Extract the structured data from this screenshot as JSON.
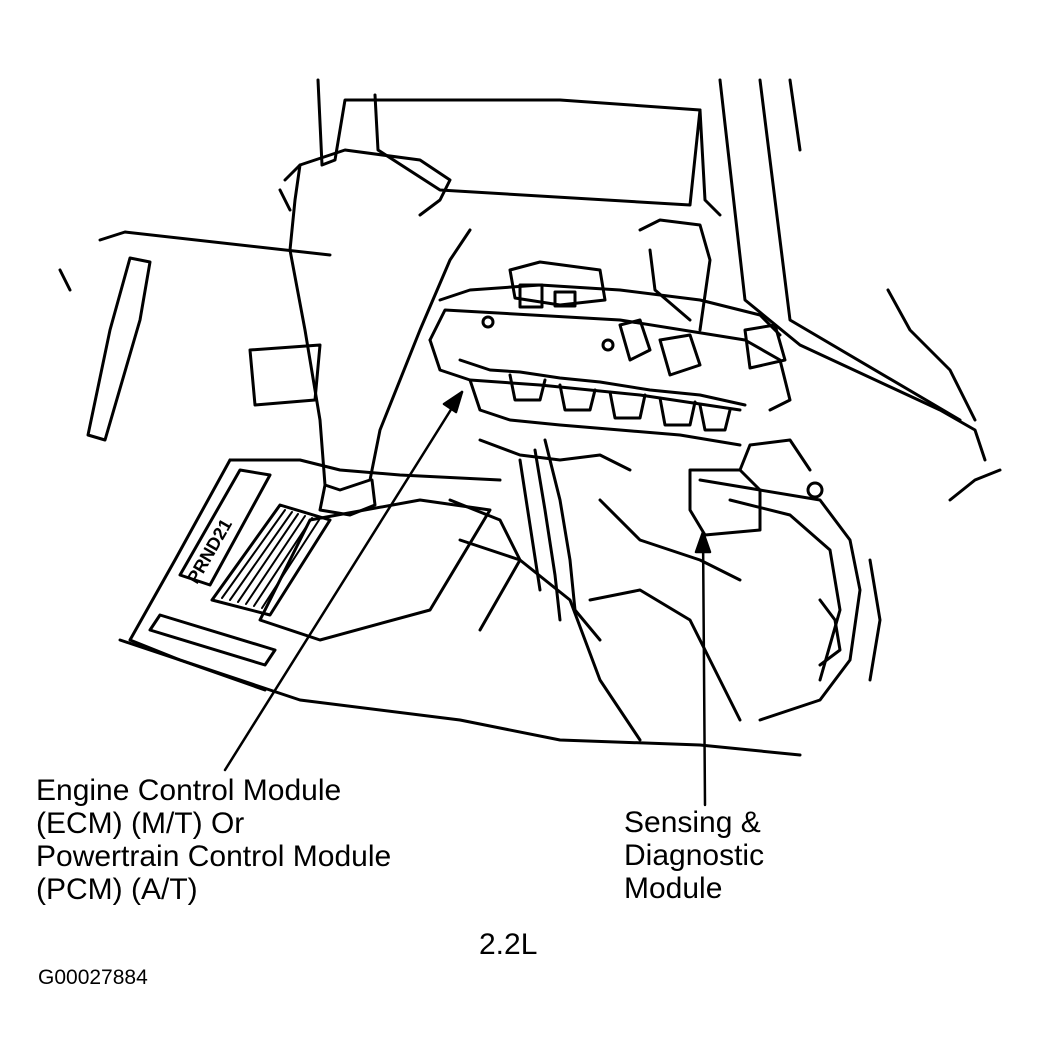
{
  "labels": {
    "ecm_pcm": [
      "Engine Control Module",
      "(ECM) (M/T) Or",
      "Powertrain Control Module",
      "(PCM) (A/T)"
    ],
    "sdm": [
      "Sensing &",
      "Diagnostic",
      "Module"
    ],
    "engine": "2.2L"
  },
  "figure_id": "G00027884",
  "shift_indicator": "PRND21"
}
